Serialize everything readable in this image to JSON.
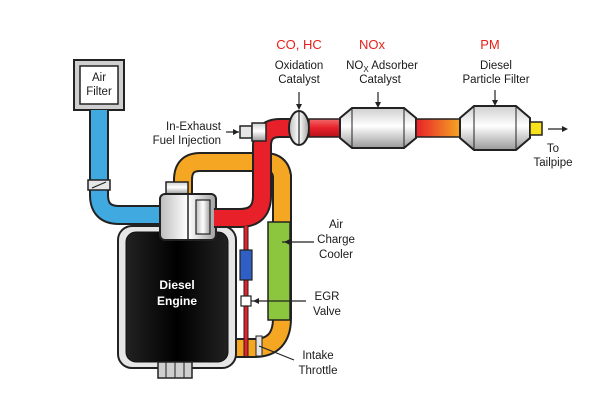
{
  "labels": {
    "air_filter": [
      "Air",
      "Filter"
    ],
    "pollutant_co_hc": "CO, HC",
    "pollutant_nox": "NOx",
    "pollutant_pm": "PM",
    "oxidation_catalyst": [
      "Oxidation",
      "Catalyst"
    ],
    "nox_adsorber": {
      "line1_prefix": "NO",
      "line1_sub": "X",
      "line1_suffix": " Adsorber",
      "line2": "Catalyst"
    },
    "particle_filter": [
      "Diesel",
      "Particle Filter"
    ],
    "tailpipe": [
      "To",
      "Tailpipe"
    ],
    "fuel_injection": [
      "In-Exhaust",
      "Fuel Injection"
    ],
    "air_charge_cooler": [
      "Air",
      "Charge",
      "Cooler"
    ],
    "egr_valve": [
      "EGR",
      "Valve"
    ],
    "intake_throttle": [
      "Intake",
      "Throttle"
    ],
    "engine": [
      "Diesel",
      "Engine"
    ]
  },
  "colors": {
    "exhaust_hot": "#e8202a",
    "charge_air": "#f5a623",
    "fresh_air": "#3fa9e0",
    "cooler": "#8cc63f",
    "egr_cooler": "#2f5fc4",
    "pollutant_text": "#e8201a",
    "tailpipe_tip": "#f7e21b"
  }
}
